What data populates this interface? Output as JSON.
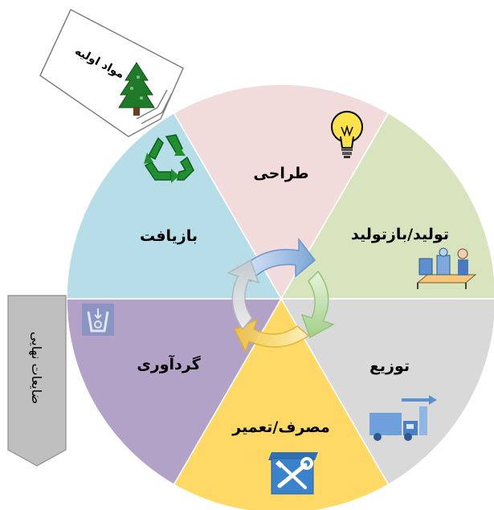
{
  "segments": [
    {
      "id": "design",
      "label": "طراحی",
      "color": "#f2dcdb",
      "icon": "lightbulb-icon"
    },
    {
      "id": "production",
      "label": "تولید/بازتولید",
      "color": "#d7e4bd",
      "icon": "assembly-line-icon"
    },
    {
      "id": "distribution",
      "label": "توزیع",
      "color": "#d9d9d9",
      "icon": "delivery-truck-icon"
    },
    {
      "id": "consumption",
      "label": "مصرف/تعمیر",
      "color": "#ffd966",
      "icon": "wrench-screwdriver-icon"
    },
    {
      "id": "collection",
      "label": "گردآوری",
      "color": "#b3a2c7",
      "icon": "collection-bin-icon"
    },
    {
      "id": "recycling",
      "label": "بازیافت",
      "color": "#b7dee8",
      "icon": "recycle-icon"
    }
  ],
  "raw_materials": {
    "label": "مواد اولیه",
    "icon": "tree-icon"
  },
  "final_waste": {
    "label": "ضایعات نهایی"
  },
  "center": {
    "icon": "cycle-arrows-icon"
  }
}
